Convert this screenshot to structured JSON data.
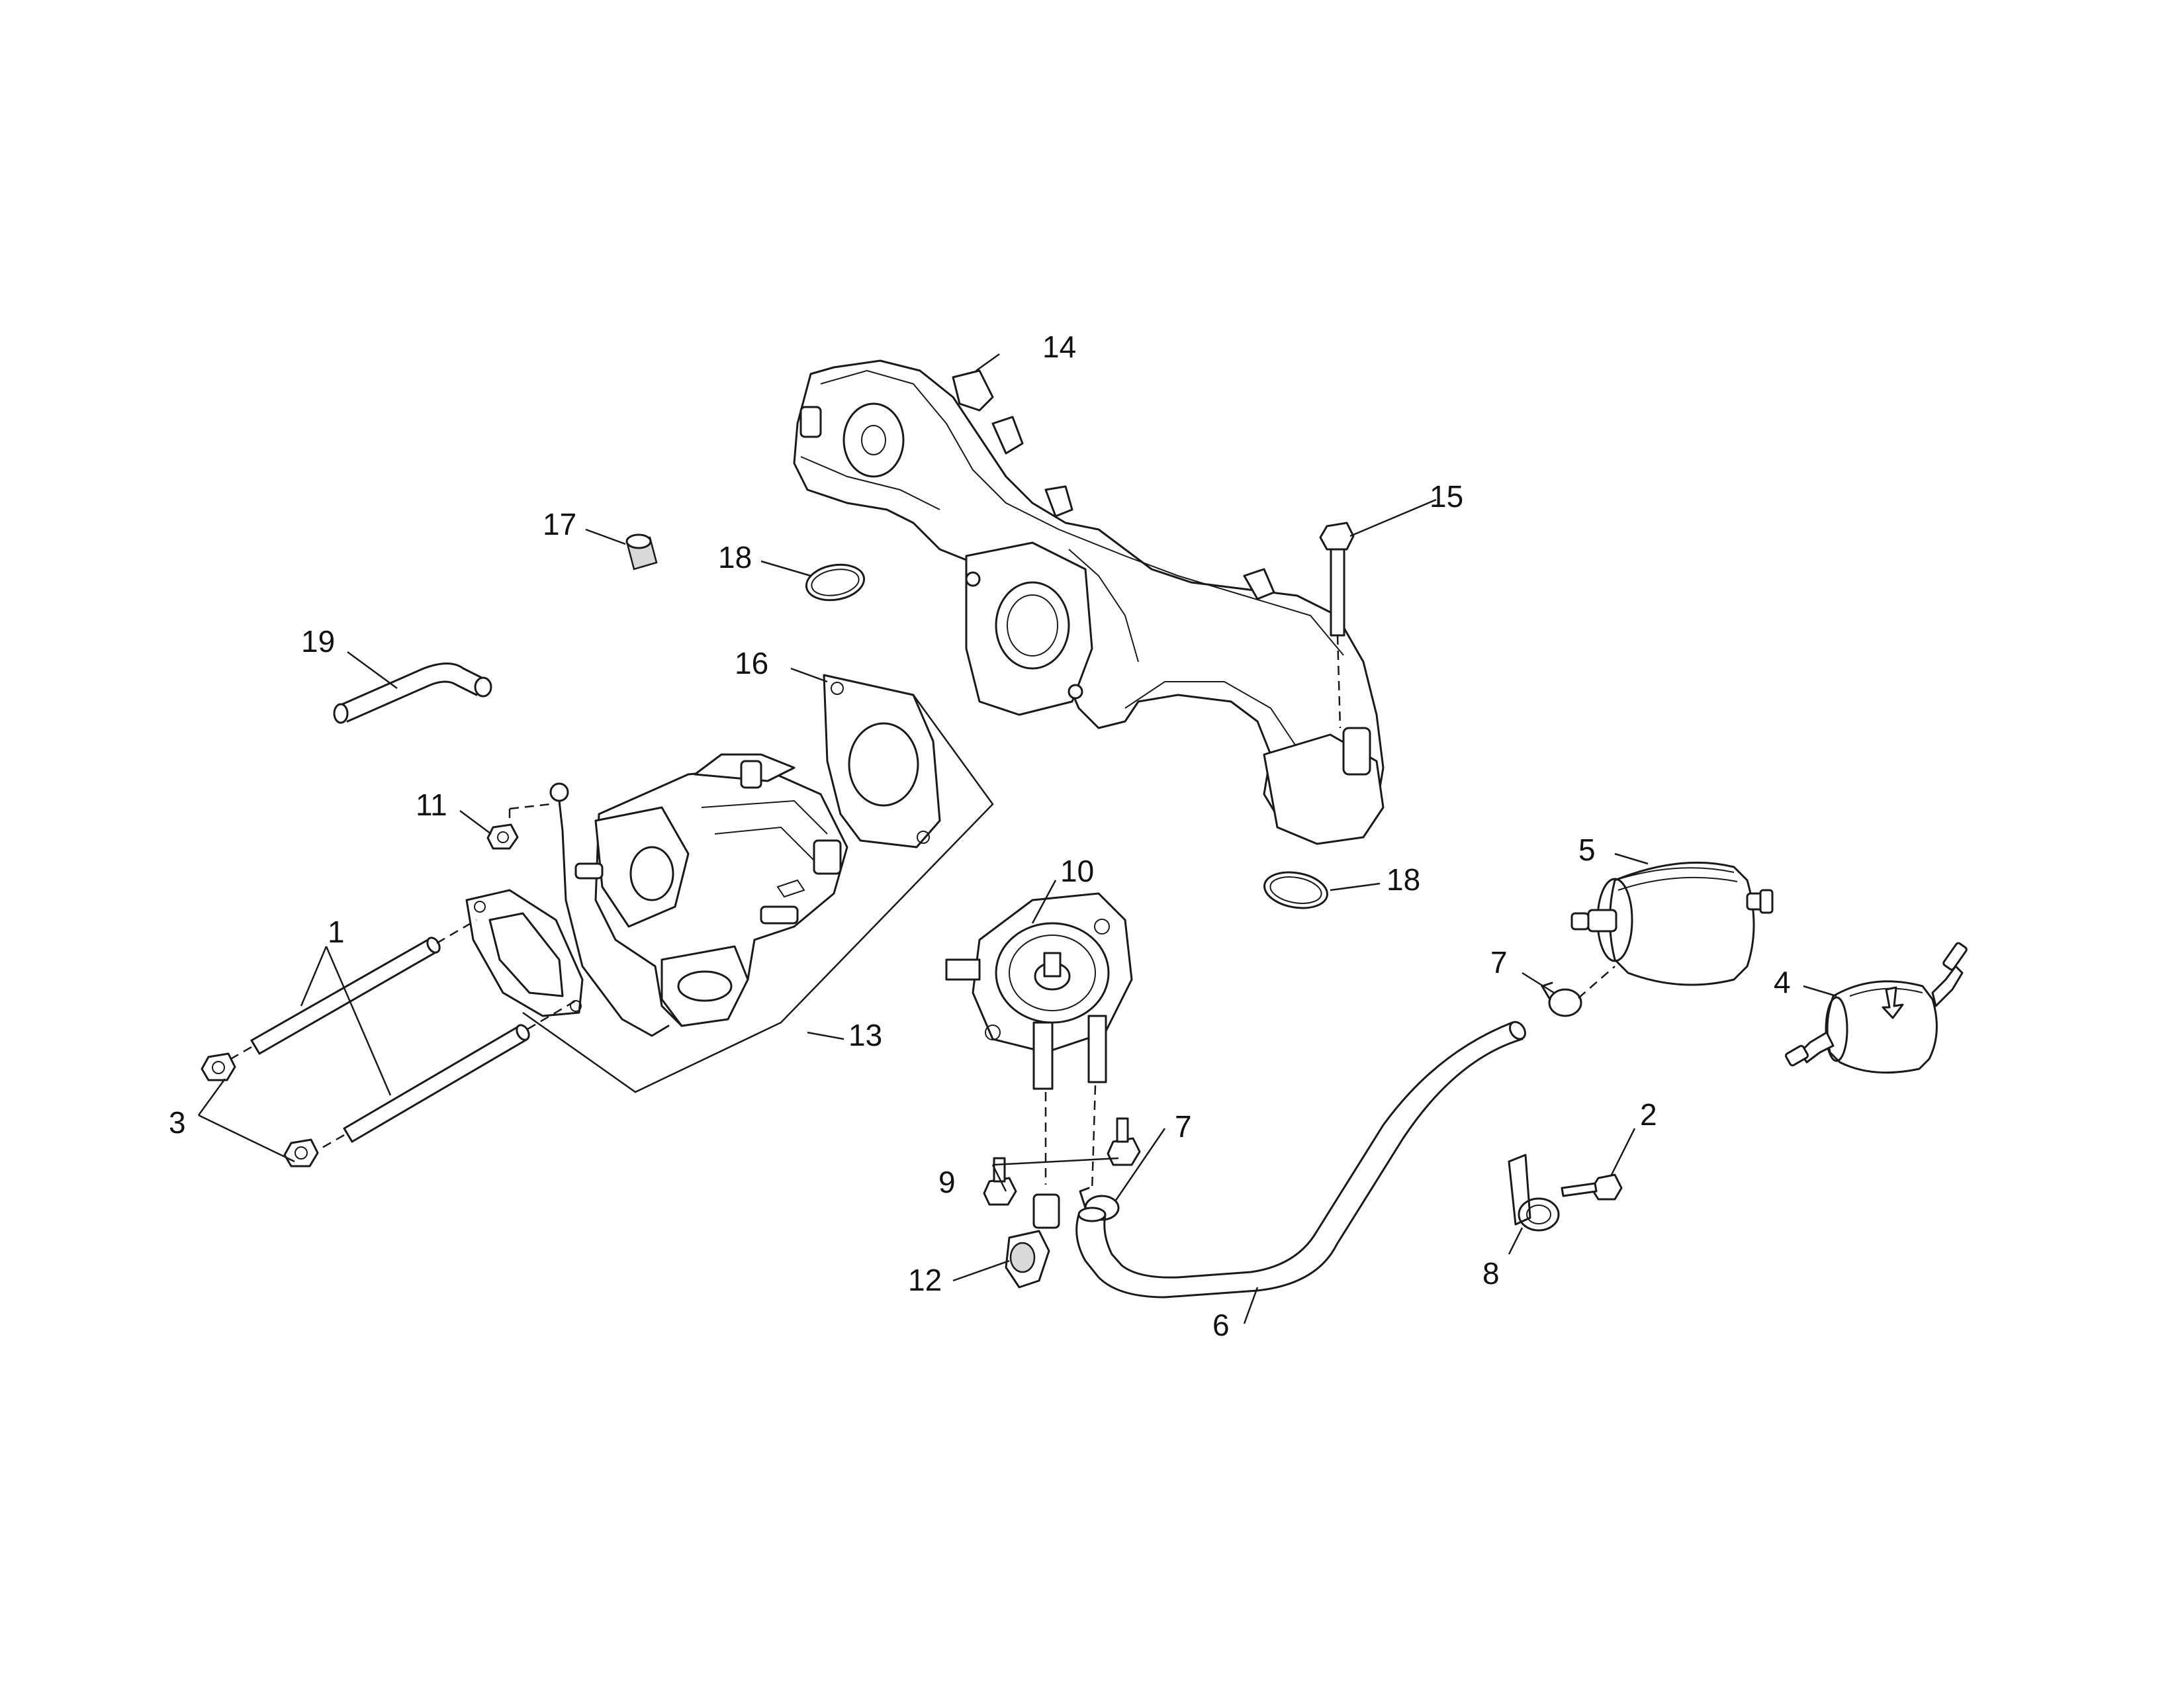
{
  "diagram": {
    "callouts": [
      "1",
      "2",
      "3",
      "4",
      "5",
      "6",
      "7",
      "7",
      "8",
      "9",
      "10",
      "11",
      "12",
      "13",
      "14",
      "15",
      "16",
      "17",
      "18",
      "18",
      "19"
    ]
  }
}
